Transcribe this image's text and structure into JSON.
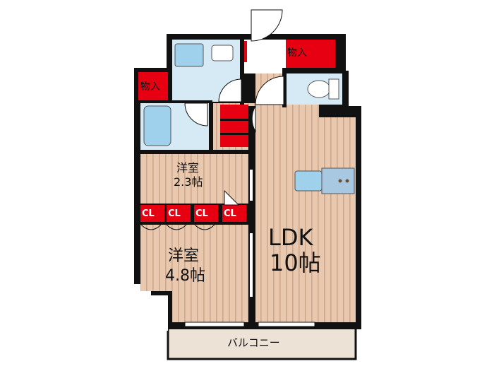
{
  "rooms": {
    "western_small": {
      "name": "洋室",
      "size": "2.3帖"
    },
    "western_large": {
      "name": "洋室",
      "size": "4.8帖"
    },
    "ldk": {
      "name": "LDK",
      "size": "10帖"
    },
    "balcony": {
      "name": "バルコニー"
    }
  },
  "storage": {
    "top_right": "物入",
    "top_left": "物入"
  },
  "closets": [
    "CL",
    "CL",
    "CL",
    "CL"
  ],
  "colors": {
    "wall": "#111111",
    "floor_wood": "#e8c8ae",
    "floor_stripe": "#cfa78b",
    "wet_area": "#d6eaf6",
    "fixture": "#9fd0ec",
    "storage": "#e60012",
    "balcony": "#ece2d6"
  }
}
